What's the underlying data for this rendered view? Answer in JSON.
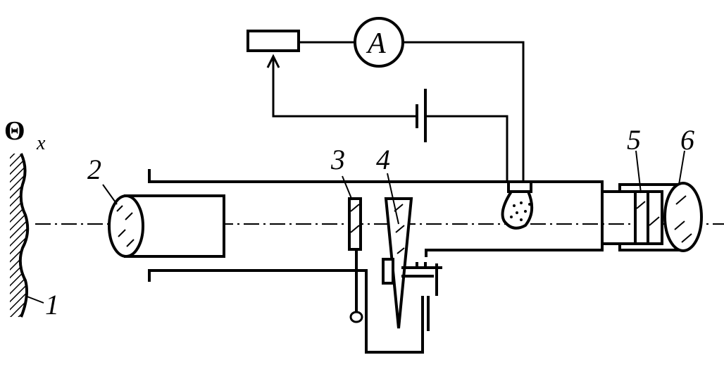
{
  "labels": {
    "object": "1",
    "objective_lens": "2",
    "filter": "3",
    "wedge": "4",
    "eyepiece_filter": "5",
    "eyepiece": "6"
  },
  "temperature_symbol": "Θ",
  "temperature_subscript": "x",
  "ammeter_letter": "A"
}
